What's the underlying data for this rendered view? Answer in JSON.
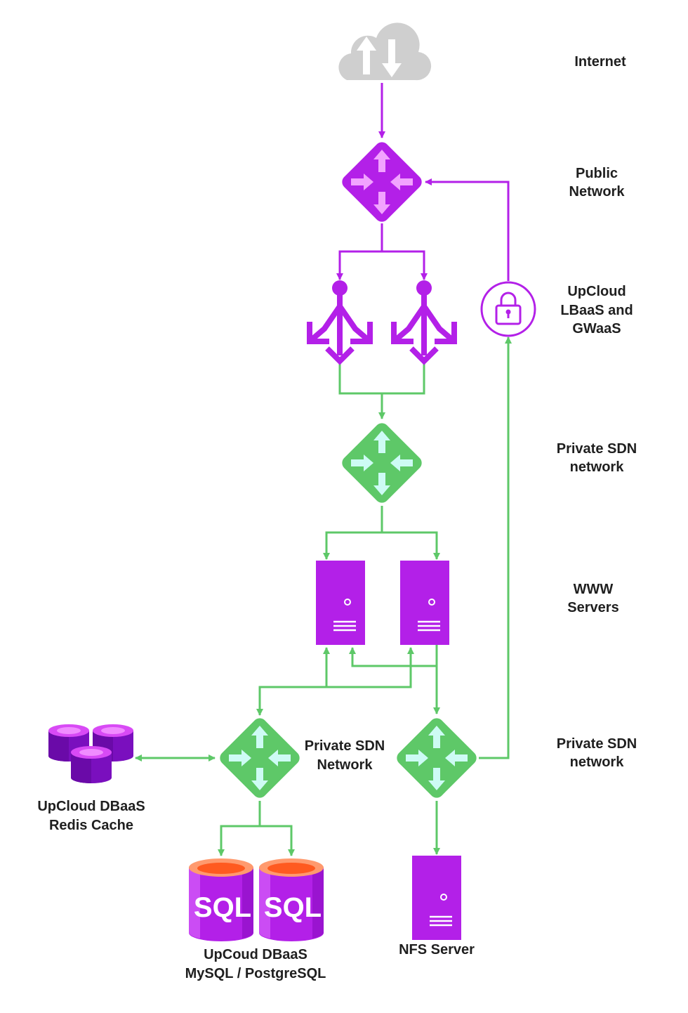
{
  "colors": {
    "purple": "#b320e8",
    "purple_dark": "#8b12c4",
    "purple_light": "#f2a3ff",
    "green": "#5ec868",
    "green_arrow": "#cdfbf4",
    "cloud": "#cfcfcf",
    "db_top": "#ff6f3a",
    "line_purple": "#b320e8",
    "line_green": "#5ec868"
  },
  "layer_labels": {
    "internet": [
      "Internet"
    ],
    "public_network": [
      "Public",
      "Network"
    ],
    "lbaas": [
      "UpCloud",
      "LBaaS and",
      "GWaaS"
    ],
    "private_sdn_1": [
      "Private SDN",
      "network"
    ],
    "www_servers": [
      "WWW",
      "Servers"
    ],
    "private_sdn_2": [
      "Private SDN",
      "network"
    ]
  },
  "nodes": {
    "internet": {
      "icon": "cloud-upload-download-icon"
    },
    "public_router": {
      "icon": "router-icon"
    },
    "load_balancers": [
      {
        "icon": "load-balancer-icon"
      },
      {
        "icon": "load-balancer-icon"
      }
    ],
    "gateway": {
      "icon": "lock-icon"
    },
    "private_router_1": {
      "icon": "router-icon"
    },
    "www_servers": [
      {
        "icon": "server-icon"
      },
      {
        "icon": "server-icon"
      }
    ],
    "db_router": {
      "icon": "router-icon",
      "label": [
        "Private SDN",
        "Network"
      ]
    },
    "storage_router": {
      "icon": "router-icon"
    },
    "redis": {
      "icon": "database-cluster-icon",
      "label": [
        "UpCloud DBaaS",
        "Redis Cache"
      ]
    },
    "sql_dbs": {
      "icon": "sql-database-icon",
      "text": "SQL",
      "label": [
        "UpCoud DBaaS",
        "MySQL / PostgreSQL"
      ]
    },
    "nfs": {
      "icon": "server-icon",
      "label": [
        "NFS Server"
      ]
    }
  }
}
